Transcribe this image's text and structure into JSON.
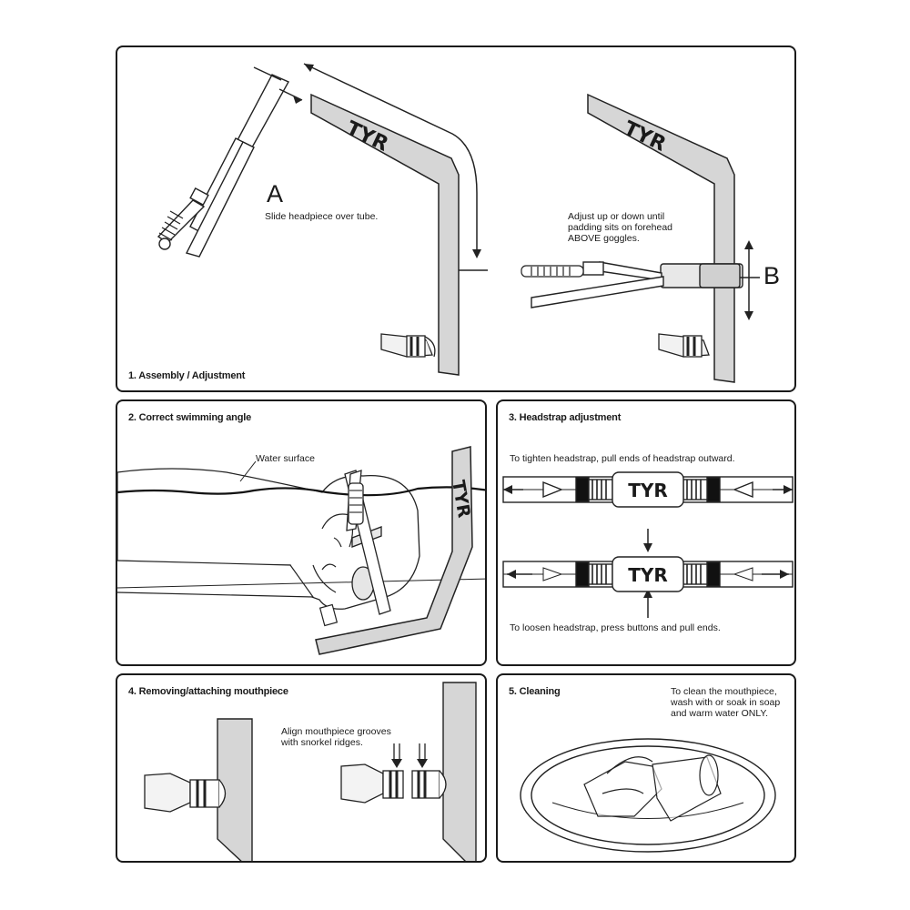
{
  "brand": "TYR",
  "panels": {
    "p1": {
      "title": "1. Assembly / Adjustment",
      "label_a": "A",
      "caption_a": "Slide headpiece over tube.",
      "caption_adjust": [
        "Adjust up or down until",
        "padding sits on forehead",
        "ABOVE goggles."
      ],
      "label_b": "B"
    },
    "p2": {
      "title": "2. Correct swimming angle",
      "water_label": "Water surface"
    },
    "p3": {
      "title": "3. Headstrap adjustment",
      "caption_tighten": "To tighten headstrap, pull ends of headstrap outward.",
      "caption_loosen": "To loosen headstrap, press buttons and pull ends."
    },
    "p4": {
      "title": "4. Removing/attaching mouthpiece",
      "caption": [
        "Align mouthpiece grooves",
        "with snorkel ridges."
      ]
    },
    "p5": {
      "title": "5. Cleaning",
      "caption": [
        "To clean the mouthpiece,",
        "wash with or soak in soap",
        "and warm water ONLY."
      ]
    }
  }
}
